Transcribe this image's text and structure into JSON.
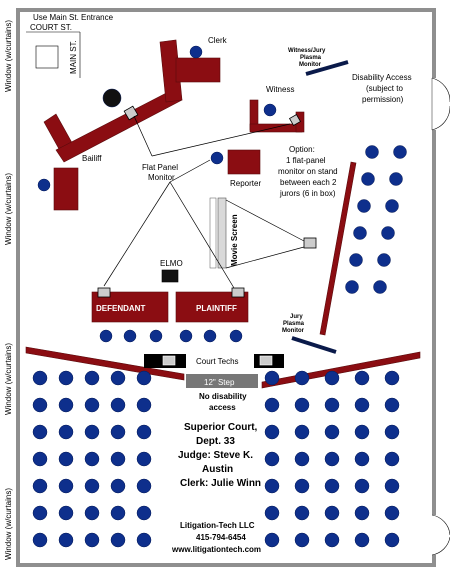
{
  "labels": {
    "entrance": "Use Main St. Entrance",
    "court_st": "COURT ST.",
    "main_st": "MAIN ST.",
    "clerk": "Clerk",
    "witness_jury_monitor": [
      "Witness/Jury",
      "Plasma",
      "Monitor"
    ],
    "disability_access": [
      "Disability Access",
      "(subject to",
      "permission)"
    ],
    "witness": "Witness",
    "bailiff": "Bailiff",
    "flat_panel": [
      "Flat Panel",
      "Monitor"
    ],
    "reporter": "Reporter",
    "option": [
      "Option:",
      "1 flat-panel",
      "monitor on stand",
      "between each 2",
      "jurors (6 in box)"
    ],
    "movie_screen": "Movie Screen",
    "elmo": "ELMO",
    "defendant": "DEFENDANT",
    "plaintiff": "PLAINTIFF",
    "jury_monitor": [
      "Jury",
      "Plasma",
      "Monitor"
    ],
    "court_techs": "Court Techs",
    "step": "12\" Step",
    "no_disability": [
      "No disability",
      "access"
    ],
    "court_info": [
      "Superior Court,",
      "Dept. 33",
      "Judge: Steve K.",
      "Austin",
      "Clerk: Julie Winn"
    ],
    "company": [
      "Litigation-Tech LLC",
      "415-794-6454",
      "www.litigationtech.com"
    ],
    "windows": [
      "Window (w/curtains)",
      "Window (w/curtains)",
      "Window (w/curtains)",
      "Window (w/curtains)"
    ]
  },
  "colors": {
    "furniture": "#8b0d12",
    "chair": "#0e2f8c",
    "wall": "#8f8f8f"
  }
}
